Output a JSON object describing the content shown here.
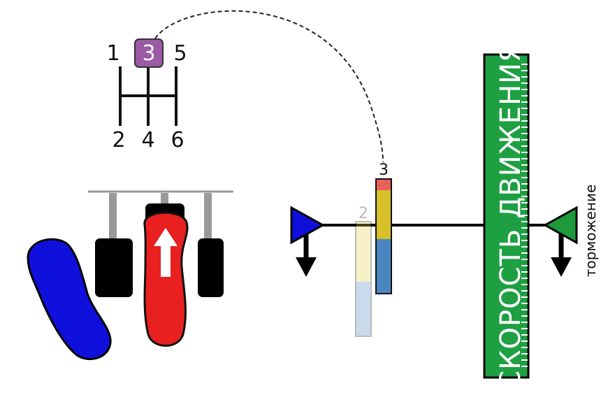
{
  "gearbox": {
    "gears_top": [
      "1",
      "3",
      "5"
    ],
    "gears_bottom": [
      "2",
      "4",
      "6"
    ],
    "selected_gear": "3",
    "selected_color": "#9b59a6"
  },
  "gauges": {
    "previous_gear_label": "2",
    "current_gear_label": "3"
  },
  "speed_bar": {
    "label": "СКОРОСТЬ ДВИЖЕНИЯ",
    "color": "#1ea042"
  },
  "brake": {
    "label": "торможение"
  },
  "colors": {
    "throttle_marker": "#1010dd",
    "brake_marker": "#1e9a3c",
    "pedal_accelerator": "#e82020",
    "foot": "#1010dd"
  },
  "icons": {
    "accelerator_arrow": "arrow-up-icon",
    "throttle_arrow": "arrow-down-icon",
    "brake_arrow": "arrow-down-icon"
  }
}
